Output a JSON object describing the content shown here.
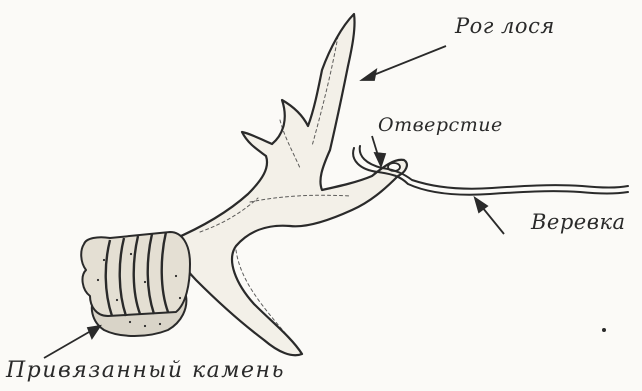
{
  "labels": {
    "antler": "Рог лося",
    "hole": "Отверстие",
    "rope": "Веревка",
    "stone": "Привязанный камень"
  },
  "colors": {
    "ink": "#2a2a2a",
    "paper": "#fbfaf7",
    "antler_fill": "#f3f0e8",
    "stone_fill": "#d9d4c8"
  }
}
